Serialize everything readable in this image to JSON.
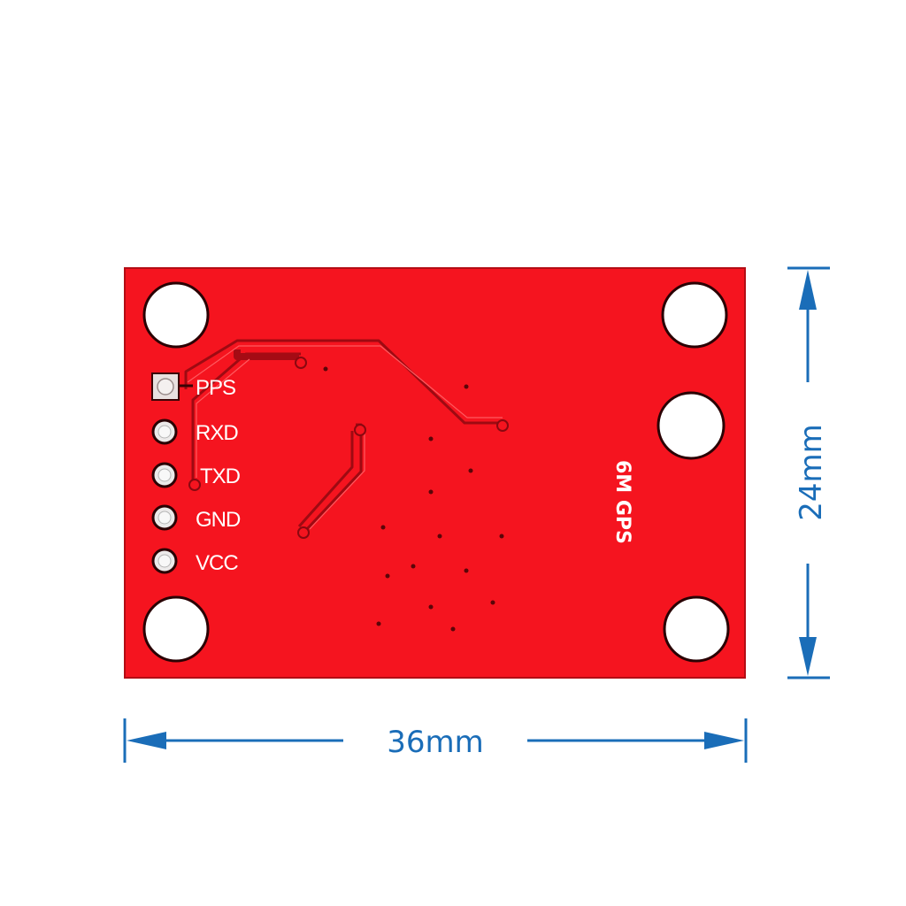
{
  "board": {
    "name": "6M GPS",
    "color": "#f5141f",
    "hole_color": "#ffffff",
    "pins": [
      {
        "label": "PPS",
        "shape": "square"
      },
      {
        "label": "RXD",
        "shape": "round"
      },
      {
        "label": "TXD",
        "shape": "round"
      },
      {
        "label": "GND",
        "shape": "round"
      },
      {
        "label": "VCC",
        "shape": "round"
      }
    ]
  },
  "dimensions": {
    "width_label": "36mm",
    "height_label": "24mm",
    "color": "#1a6db8"
  }
}
